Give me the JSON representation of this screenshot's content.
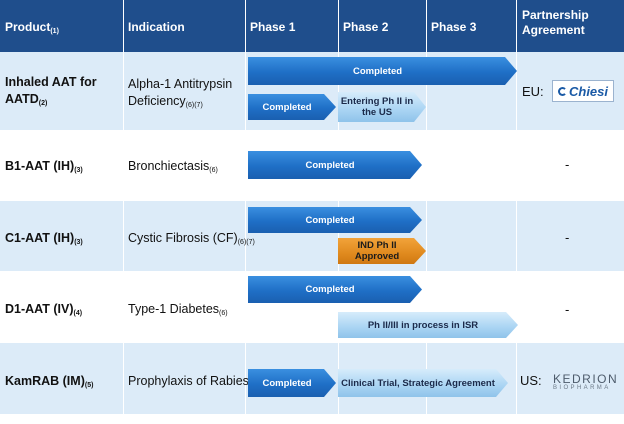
{
  "headers": {
    "product": "Product",
    "product_ref": "(1)",
    "indication": "Indication",
    "phase1": "Phase 1",
    "phase2": "Phase 2",
    "phase3": "Phase 3",
    "partnership": "Partnership Agreement"
  },
  "rows": [
    {
      "product_line1": "Inhaled AAT for",
      "product_line2": "AATD",
      "product_ref": "(2)",
      "indication_line1": "Alpha-1 Antitrypsin",
      "indication_line2": "Deficiency",
      "indication_ref": "(6)(7)",
      "bars": [
        "Completed",
        "Completed",
        "Entering Ph II in the US"
      ],
      "partner_region": "EU:",
      "partner_name": "Chiesi"
    },
    {
      "product": "B1-AAT (IH)",
      "product_ref": "(3)",
      "indication": "Bronchiectasis",
      "indication_ref": "(6)",
      "bars": [
        "Completed"
      ],
      "partner": "-"
    },
    {
      "product": "C1-AAT (IH)",
      "product_ref": "(3)",
      "indication": "Cystic Fibrosis (CF)",
      "indication_ref": "(6)(7)",
      "bars": [
        "Completed",
        "IND Ph II Approved"
      ],
      "partner": "-"
    },
    {
      "product": "D1-AAT (IV)",
      "product_ref": "(4)",
      "indication": "Type-1 Diabetes",
      "indication_ref": "(6)",
      "bars": [
        "Completed",
        "Ph II/III in process in ISR"
      ],
      "partner": "-"
    },
    {
      "product": "KamRAB (IM)",
      "product_ref": "(5)",
      "indication": "Prophylaxis of Rabies",
      "bars": [
        "Completed",
        "Clinical Trial, Strategic Agreement"
      ],
      "partner_region": "US:",
      "partner_name": "KEDRION",
      "partner_sub": "BIOPHARMA"
    }
  ],
  "colors": {
    "header_bg": "#1f4e8c",
    "row_light": "#dcebf8",
    "row_white": "#ffffff",
    "bar_blue": "#1f6fc6",
    "bar_light": "#a9d4f3",
    "bar_orange": "#e08a1e"
  }
}
